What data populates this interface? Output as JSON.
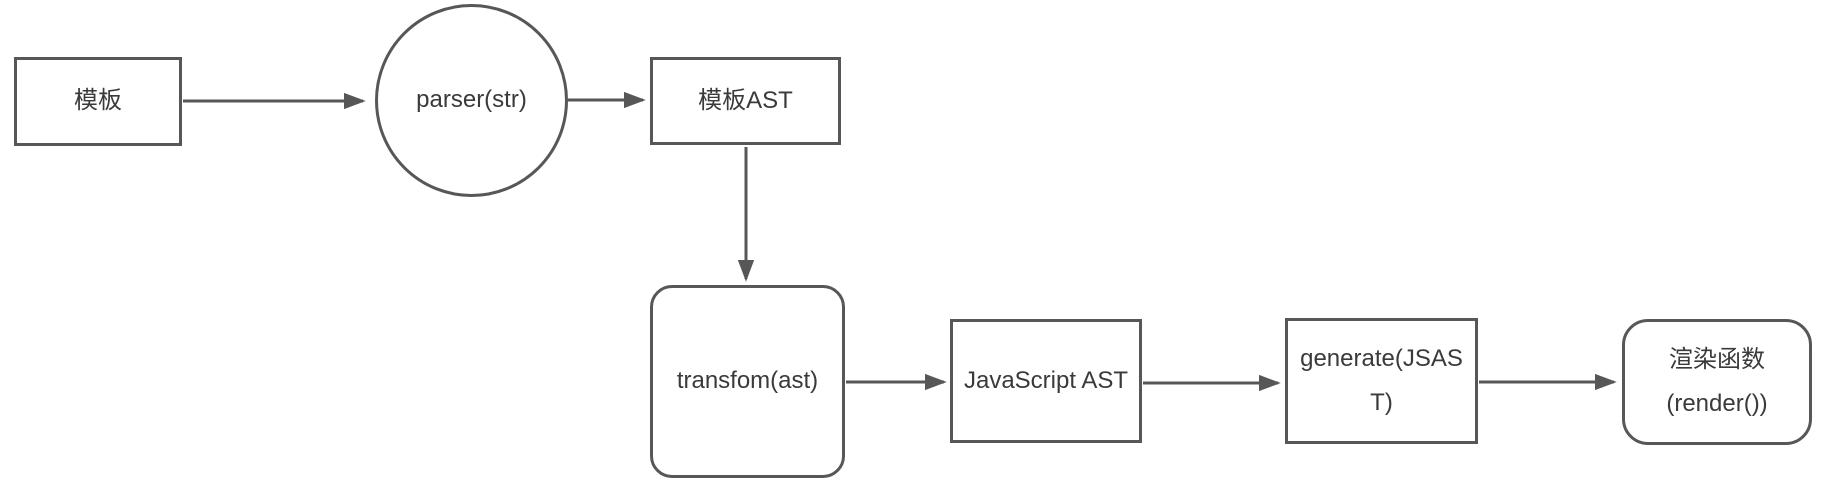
{
  "diagram": {
    "colors": {
      "stroke": "#575757",
      "text": "#3a3a3a",
      "canvas_background": "#ffffff"
    },
    "nodes": {
      "template": {
        "label": "模板",
        "shape": "rectangle"
      },
      "parser": {
        "label": "parser(str)",
        "shape": "circle"
      },
      "template_ast": {
        "label": "模板AST",
        "shape": "rectangle"
      },
      "transform": {
        "label": "transfom(ast)",
        "shape": "rounded-rectangle"
      },
      "javascript_ast": {
        "label": "JavaScript AST",
        "shape": "rectangle"
      },
      "generate": {
        "label_line1": "generate(JSAS",
        "label_line2": "T)",
        "shape": "rectangle"
      },
      "render_fn": {
        "label_line1": "渲染函数",
        "label_line2": "(render())",
        "shape": "rounded-rectangle"
      }
    },
    "edges": [
      {
        "from": "template",
        "to": "parser"
      },
      {
        "from": "parser",
        "to": "template_ast"
      },
      {
        "from": "template_ast",
        "to": "transform"
      },
      {
        "from": "transform",
        "to": "javascript_ast"
      },
      {
        "from": "javascript_ast",
        "to": "generate"
      },
      {
        "from": "generate",
        "to": "render_fn"
      }
    ]
  }
}
